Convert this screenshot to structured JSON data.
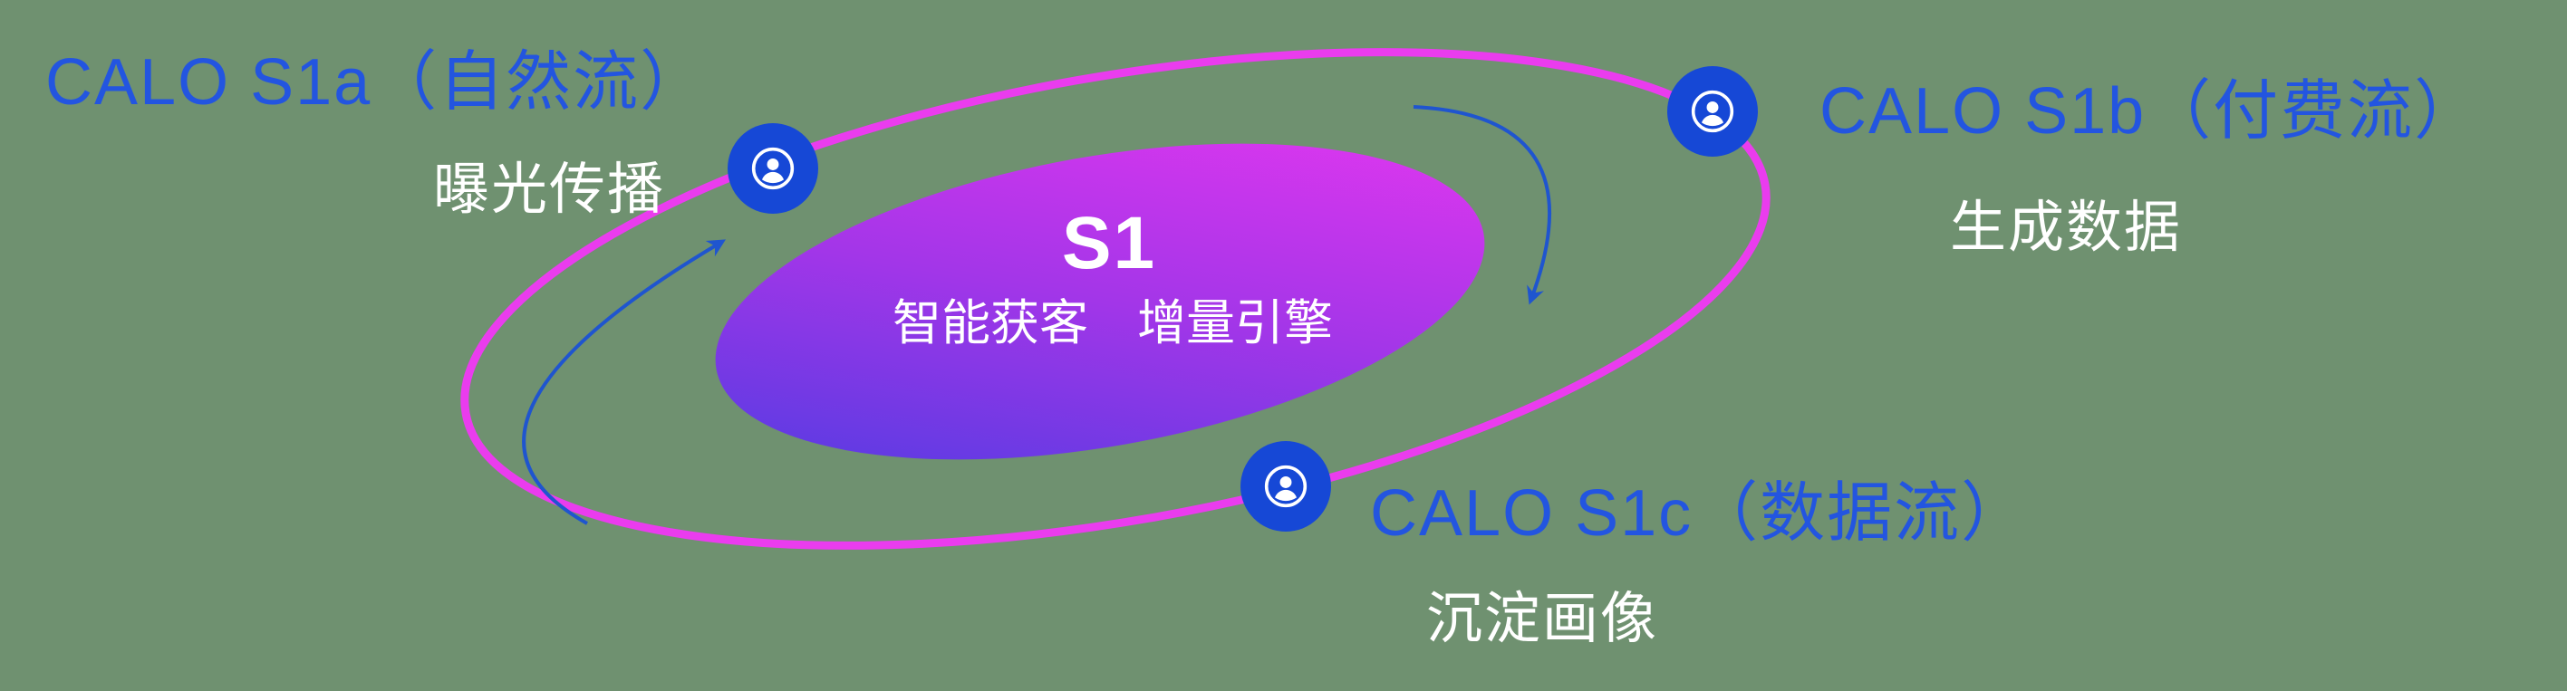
{
  "colors": {
    "bg_green": "#6f9170",
    "label_blue": "#2355e0",
    "node_blue": "#1648d6",
    "arrow_blue": "#1f55cf",
    "orbit_pink": "#ea3cee",
    "center_gradient_from": "#4a3ce1",
    "center_gradient_mid": "#a236e8",
    "center_gradient_to": "#ea37f0",
    "white": "#ffffff"
  },
  "center": {
    "title": "S1",
    "subtitle": "智能获客　增量引擎"
  },
  "nodes": [
    {
      "label": "CALO S1a（自然流）",
      "subtitle": "曝光传播"
    },
    {
      "label": "CALO S1b（付费流）",
      "subtitle": "生成数据"
    },
    {
      "label": "CALO S1c（数据流）",
      "subtitle": "沉淀画像"
    }
  ]
}
